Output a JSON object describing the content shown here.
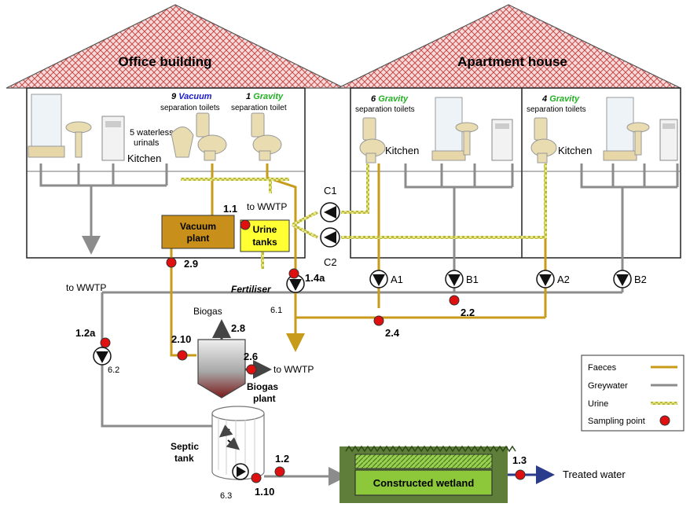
{
  "buildings": {
    "office": {
      "title": "Office building",
      "vacuum_count": "9",
      "vacuum_word": "Vacuum",
      "vacuum_caption": "separation toilets",
      "gravity_count": "1",
      "gravity_word": "Gravity",
      "gravity_caption": "separation toilet",
      "urinals_line1": "5 waterless",
      "urinals_line2": "urinals",
      "kitchen": "Kitchen"
    },
    "apartment": {
      "title": "Apartment house",
      "left_count": "6",
      "left_word": "Gravity",
      "left_caption": "separation toilets",
      "left_kitchen": "Kitchen",
      "right_count": "4",
      "right_word": "Gravity",
      "right_caption": "separation toilets",
      "right_kitchen": "Kitchen"
    }
  },
  "units": {
    "vacuum_plant_line1": "Vacuum",
    "vacuum_plant_line2": "plant",
    "urine_tanks_line1": "Urine",
    "urine_tanks_line2": "tanks",
    "fertiliser": "Fertiliser",
    "biogas": "Biogas",
    "biogas_plant_line1": "Biogas",
    "biogas_plant_line2": "plant",
    "septic_line1": "Septic",
    "septic_line2": "tank",
    "wetland": "Constructed wetland",
    "treated_water": "Treated water"
  },
  "destinations": {
    "wwtp_urine": "to WWTP",
    "wwtp_grey": "to WWTP",
    "wwtp_biogas": "to WWTP"
  },
  "pumps": {
    "c1": "C1",
    "c2": "C2",
    "a1": "A1",
    "b1": "B1",
    "a2": "A2",
    "b2": "B2",
    "p61": "6.1",
    "p62": "6.2",
    "p63": "6.3"
  },
  "sampling_points": {
    "s1_1": "1.1",
    "s2_9": "2.9",
    "s1_4a": "1.4a",
    "s2_2": "2.2",
    "s2_4": "2.4",
    "s1_2a": "1.2a",
    "s2_10": "2.10",
    "s2_8": "2.8",
    "s2_6": "2.6",
    "s1_2": "1.2",
    "s1_10": "1.10",
    "s1_3": "1.3"
  },
  "legend": {
    "faeces": "Faeces",
    "greywater": "Greywater",
    "urine": "Urine",
    "sampling": "Sampling point"
  },
  "colors": {
    "faeces": "#c89b1a",
    "greywater": "#8c8c8c",
    "urine": "#d8d870",
    "sampling": "#e01010",
    "vacuum_word": "#1a1ad0",
    "gravity_word": "#22b022",
    "wetland": "#8cc83a",
    "treated_arrow": "#2c3c8c"
  }
}
